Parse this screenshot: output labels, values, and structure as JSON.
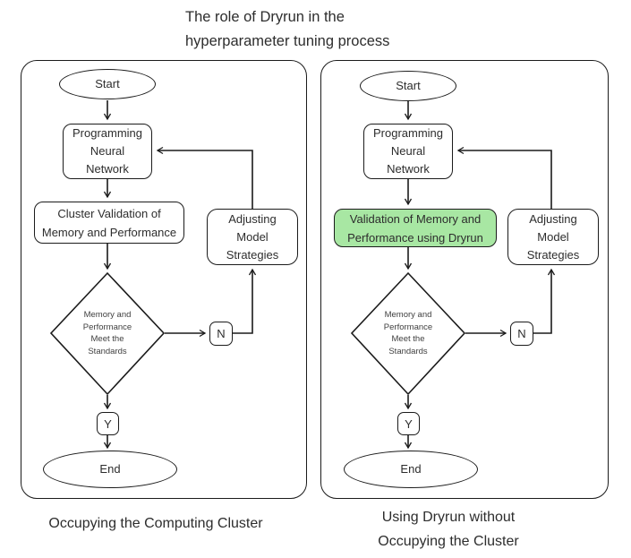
{
  "title": [
    "The role of Dryrun in the",
    "hyperparameter tuning process"
  ],
  "colors": {
    "stroke": "#1b1b1b",
    "text": "#2d2d2d",
    "muted_text": "#3f3f3f",
    "highlight_fill": "#a8e7a3",
    "background": "#ffffff"
  },
  "panels": [
    {
      "caption": [
        "Occupying the Computing Cluster",
        ""
      ],
      "start": "Start",
      "program": [
        "Programming",
        "Neural",
        "Network"
      ],
      "validation": [
        "Cluster Validation of",
        "Memory and Performance"
      ],
      "validation_highlighted": "false",
      "decision": [
        "Memory and",
        "Performance",
        "Meet the",
        "Standards"
      ],
      "no_label": "N",
      "yes_label": "Y",
      "adjust": [
        "Adjusting",
        "Model",
        "Strategies"
      ],
      "end": "End"
    },
    {
      "caption": [
        "Using Dryrun without",
        "Occupying the Cluster"
      ],
      "start": "Start",
      "program": [
        "Programming",
        "Neural",
        "Network"
      ],
      "validation": [
        "Validation of Memory and",
        "Performance using Dryrun"
      ],
      "validation_highlighted": "true",
      "decision": [
        "Memory and",
        "Performance",
        "Meet the",
        "Standards"
      ],
      "no_label": "N",
      "yes_label": "Y",
      "adjust": [
        "Adjusting",
        "Model",
        "Strategies"
      ],
      "end": "End"
    }
  ]
}
